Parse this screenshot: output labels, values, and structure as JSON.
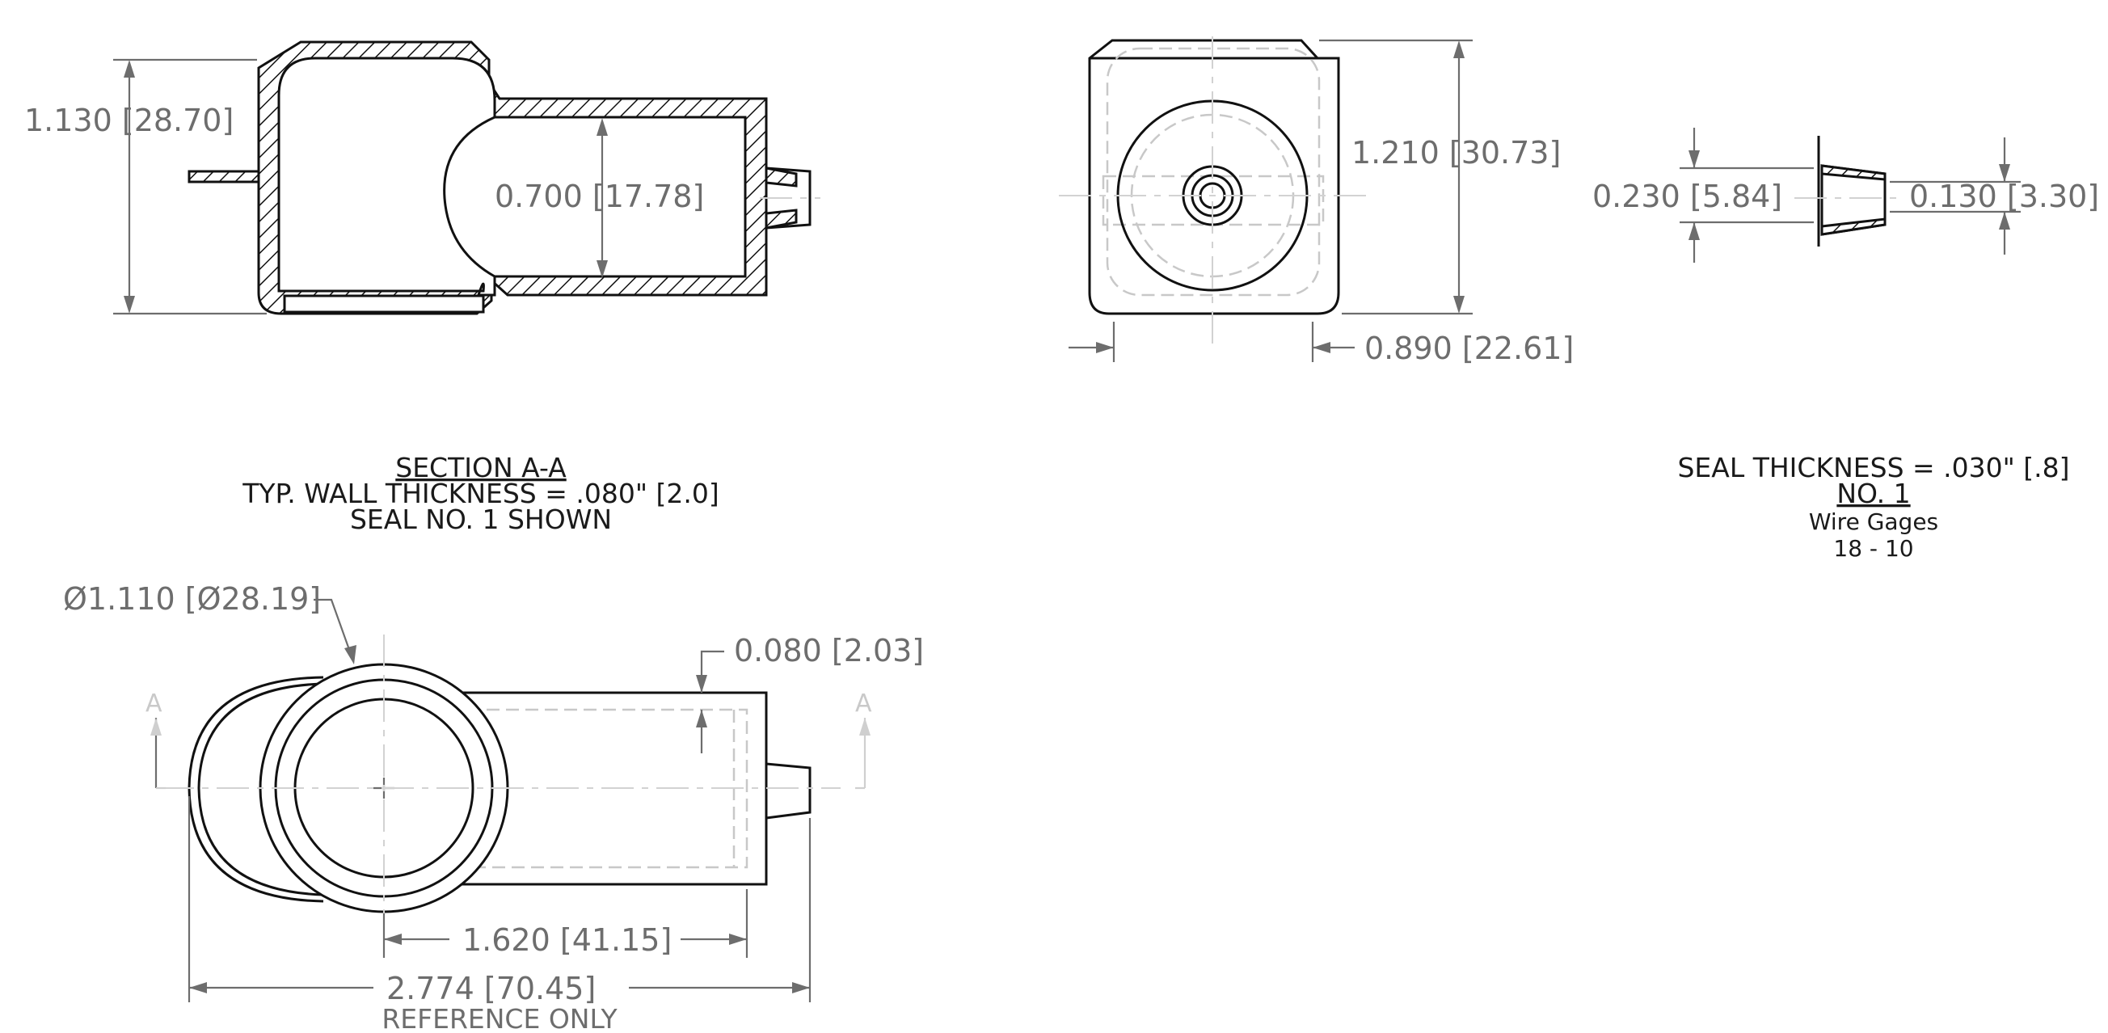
{
  "section_view": {
    "height_dim": "1.130 [28.70]",
    "inner_dim": "0.700 [17.78]",
    "notes": {
      "title": "SECTION A-A",
      "wall": "TYP. WALL THICKNESS = .080\" [2.0]",
      "seal": "SEAL NO. 1 SHOWN"
    }
  },
  "end_view": {
    "height_dim": "1.210 [30.73]",
    "width_dim": "0.890 [22.61]"
  },
  "seal_view": {
    "left_dim": "0.230 [5.84]",
    "right_dim": "0.130 [3.30]",
    "notes": {
      "thickness": "SEAL THICKNESS = .030\" [.8]",
      "number": "NO. 1",
      "gages_label": "Wire Gages",
      "gages_range": "18 - 10"
    }
  },
  "top_view": {
    "diameter_dim": "Ø1.110 [Ø28.19]",
    "wall_dim": "0.080 [2.03]",
    "length_dim": "1.620 [41.15]",
    "overall_dim": "2.774 [70.45]",
    "reference": "REFERENCE ONLY",
    "section_mark_left": "A",
    "section_mark_right": "A"
  }
}
